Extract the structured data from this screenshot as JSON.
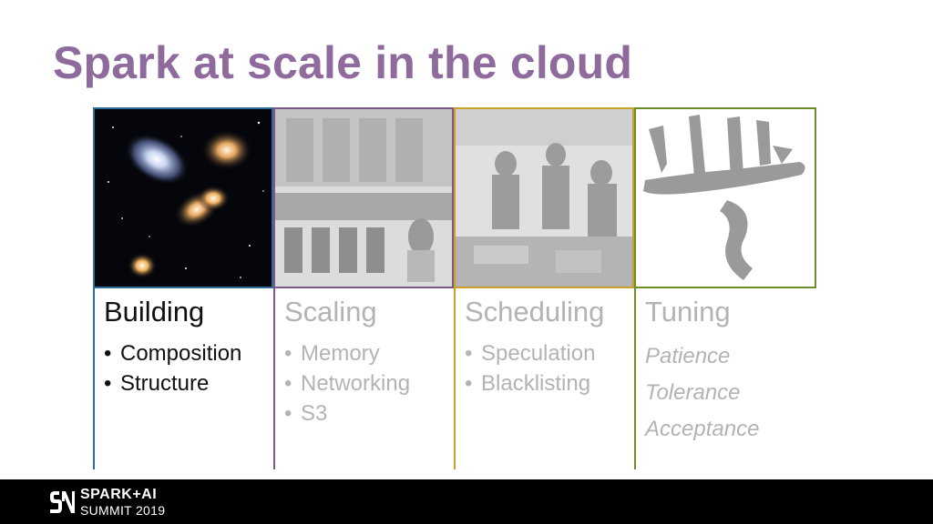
{
  "title": "Spark at scale in the cloud",
  "colors": {
    "title": "#8f6a9c",
    "building": "#2e6d99",
    "scaling": "#7b5a8a",
    "scheduling": "#c9a227",
    "tuning": "#6b8e2a"
  },
  "columns": [
    {
      "heading": "Building",
      "items": [
        "Composition",
        "Structure"
      ],
      "image": "galaxies-photo"
    },
    {
      "heading": "Scaling",
      "items": [
        "Memory",
        "Networking",
        "S3"
      ],
      "image": "mainframe-computer-photo"
    },
    {
      "heading": "Scheduling",
      "items": [
        "Speculation",
        "Blacklisting"
      ],
      "image": "mission-control-photo"
    },
    {
      "heading": "Tuning",
      "items": [
        "Patience",
        "Tolerance",
        "Acceptance"
      ],
      "image": "calligraphy-character"
    }
  ],
  "footer": {
    "brand_line1": "SPARK+AI",
    "brand_line2": "SUMMIT 2019",
    "logo_icon": "spark-ai-summit-logo-icon"
  }
}
